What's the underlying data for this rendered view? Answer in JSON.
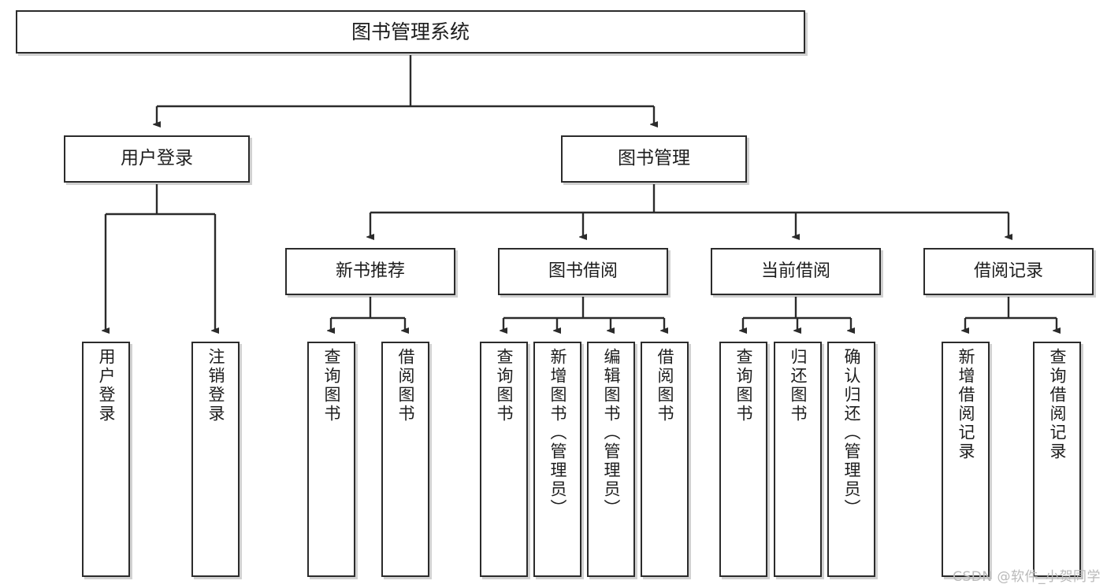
{
  "diagram": {
    "title": "图书管理系统",
    "type": "tree-hierarchy-chart",
    "watermark": "CSDN @软件_小贺同学",
    "line_color": "#2b2b2b",
    "box_fill": "#ffffff",
    "text_color": "#1d1d1d"
  },
  "root": {
    "label": "图书管理系统"
  },
  "level1": [
    {
      "label": "用户登录"
    },
    {
      "label": "图书管理"
    }
  ],
  "level2": [
    {
      "label": "新书推荐"
    },
    {
      "label": "图书借阅"
    },
    {
      "label": "当前借阅"
    },
    {
      "label": "借阅记录"
    }
  ],
  "leaves": {
    "user_login": [
      {
        "label": "用户登录"
      },
      {
        "label": "注销登录"
      }
    ],
    "new_book": [
      {
        "label": "查询图书"
      },
      {
        "label": "借阅图书"
      }
    ],
    "book_borrow": [
      {
        "label": "查询图书"
      },
      {
        "label": "新增图书（管理员）"
      },
      {
        "label": "编辑图书（管理员）"
      },
      {
        "label": "借阅图书"
      }
    ],
    "current_borrow": [
      {
        "label": "查询图书"
      },
      {
        "label": "归还图书"
      },
      {
        "label": "确认归还（管理员）"
      }
    ],
    "borrow_record": [
      {
        "label": "新增借阅记录"
      },
      {
        "label": "查询借阅记录"
      }
    ]
  }
}
